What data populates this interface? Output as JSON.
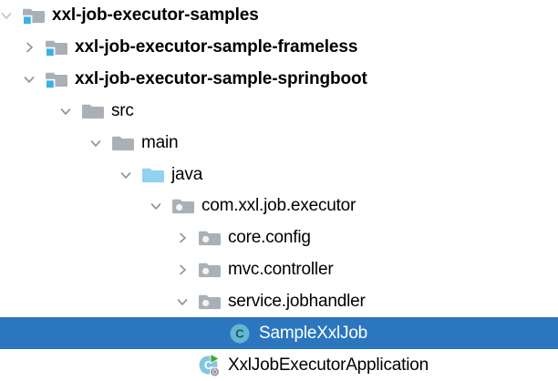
{
  "app": {
    "name": "project-explorer-tree"
  },
  "colors": {
    "background": "#FFFFFF",
    "selection_blue": "#2B76BE",
    "folder_gray": "#A9B0B8",
    "module_overlay_blue": "#3CB1E3",
    "source_folder_blue": "#90D2EF",
    "package_dot_white": "#F2F4F5",
    "class_circle_teal": "#62B6D2",
    "class_letter_dark": "#27505E",
    "runnable_circle_blue": "#82C6E2",
    "run_arrow_green": "#3FA83F",
    "gear_gray": "#8F959A",
    "chevron_gray": "#8F969E",
    "text_black": "#000000",
    "selected_text": "#FFFFFF"
  },
  "tree": {
    "rows": [
      {
        "label": "xxl-job-executor-samples",
        "depth": 0,
        "chevron": "expanded",
        "muted": true,
        "icon": "module-folder",
        "bold": true,
        "selected": false
      },
      {
        "label": "xxl-job-executor-sample-frameless",
        "depth": 1,
        "chevron": "collapsed",
        "muted": false,
        "icon": "module-folder",
        "bold": true,
        "selected": false
      },
      {
        "label": "xxl-job-executor-sample-springboot",
        "depth": 1,
        "chevron": "expanded",
        "muted": false,
        "icon": "module-folder",
        "bold": true,
        "selected": false
      },
      {
        "label": "src",
        "depth": 2,
        "chevron": "expanded",
        "muted": false,
        "icon": "folder",
        "bold": false,
        "selected": false
      },
      {
        "label": "main",
        "depth": 3,
        "chevron": "expanded",
        "muted": false,
        "icon": "folder",
        "bold": false,
        "selected": false
      },
      {
        "label": "java",
        "depth": 4,
        "chevron": "expanded",
        "muted": false,
        "icon": "source-folder",
        "bold": false,
        "selected": false
      },
      {
        "label": "com.xxl.job.executor",
        "depth": 5,
        "chevron": "expanded",
        "muted": false,
        "icon": "package-folder",
        "bold": false,
        "selected": false
      },
      {
        "label": "core.config",
        "depth": 6,
        "chevron": "collapsed",
        "muted": false,
        "icon": "package-folder",
        "bold": false,
        "selected": false
      },
      {
        "label": "mvc.controller",
        "depth": 6,
        "chevron": "collapsed",
        "muted": false,
        "icon": "package-folder",
        "bold": false,
        "selected": false
      },
      {
        "label": "service.jobhandler",
        "depth": 6,
        "chevron": "expanded",
        "muted": false,
        "icon": "package-folder",
        "bold": false,
        "selected": false
      },
      {
        "label": "SampleXxlJob",
        "depth": 7,
        "chevron": null,
        "muted": false,
        "icon": "class",
        "bold": false,
        "selected": true
      },
      {
        "label": "XxlJobExecutorApplication",
        "depth": 6,
        "chevron": null,
        "muted": false,
        "icon": "runnable-class",
        "bold": false,
        "selected": false
      }
    ]
  }
}
